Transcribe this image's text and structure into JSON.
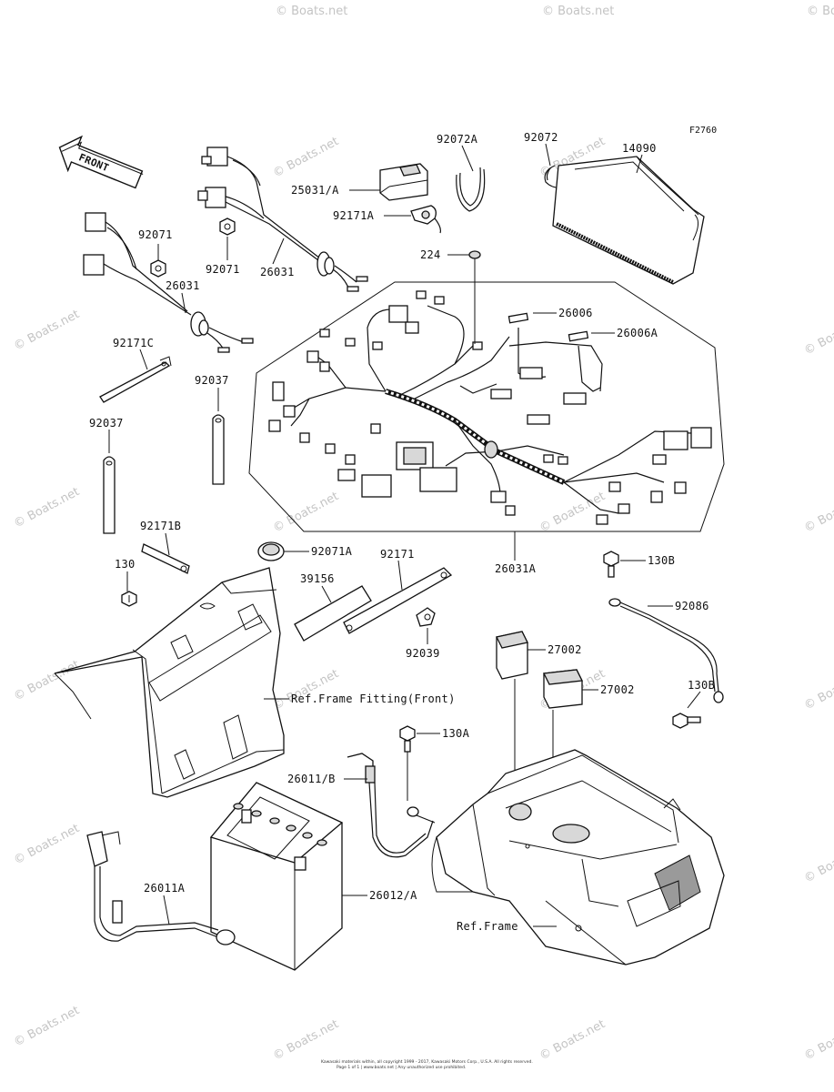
{
  "figure_id": "F2760",
  "front_label": "FRONT",
  "labels": {
    "p92072A": "92072A",
    "p92072": "92072",
    "p14090": "14090",
    "p25031A": "25031/A",
    "p92171A": "92171A",
    "p224": "224",
    "p92071_top": "92071",
    "p92071_mid": "92071",
    "p26031_right": "26031",
    "p26031_left": "26031",
    "p26006": "26006",
    "p26006A": "26006A",
    "p92171C": "92171C",
    "p92037_right": "92037",
    "p92037_left": "92037",
    "p92171B": "92171B",
    "p130": "130",
    "p92071A": "92071A",
    "p92171": "92171",
    "p39156": "39156",
    "p26031A": "26031A",
    "p130B_top": "130B",
    "p92086": "92086",
    "p92039": "92039",
    "p27002_top": "27002",
    "p27002_bot": "27002",
    "ref_frame_fitting": "Ref.Frame Fitting(Front)",
    "p130B_bot": "130B",
    "p130A": "130A",
    "p26011B": "26011/B",
    "p26011A": "26011A",
    "p26012A": "26012/A",
    "ref_frame": "Ref.Frame"
  },
  "watermark": "© Boats.net",
  "copyright_line1": "Kawasaki materials within, all copyright 1999 - 2017, Kawasaki Motors Corp., U.S.A. All rights reserved.",
  "copyright_line2": "Page 1 of 1 | www.boats.net | Any unauthorized use prohibited."
}
